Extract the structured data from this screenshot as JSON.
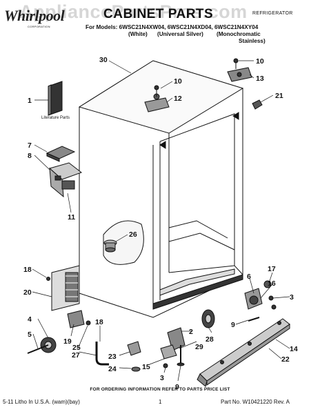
{
  "header": {
    "watermark": "AppliancePartsPros.com",
    "brand_logo": "Whirlpool",
    "brand_sub": "CORPORATION",
    "title": "CABINET PARTS",
    "category": "REFRIGERATOR",
    "models_line": "For Models: 6WSC21N4XW04, 6WSC21N4XD04, 6WSC21N4XY04",
    "variant_white": "(White)",
    "variant_silver": "(Universal Silver)",
    "variant_mono_1": "(Monochromatic",
    "variant_mono_2": "Stainless)"
  },
  "diagram": {
    "literature_label": "Literature Parts",
    "callouts": {
      "c1": "1",
      "c2": "2",
      "c3a": "3",
      "c3b": "3",
      "c4": "4",
      "c5": "5",
      "c6": "6",
      "c7": "7",
      "c8": "8",
      "c9a": "9",
      "c9b": "9",
      "c10a": "10",
      "c10b": "10",
      "c11": "11",
      "c12": "12",
      "c13": "13",
      "c14": "14",
      "c15": "15",
      "c16": "16",
      "c17": "17",
      "c18a": "18",
      "c18b": "18",
      "c19": "19",
      "c20": "20",
      "c21": "21",
      "c22": "22",
      "c23": "23",
      "c24": "24",
      "c25": "25",
      "c26": "26",
      "c27": "27",
      "c28": "28",
      "c29": "29",
      "c30": "30"
    }
  },
  "footer": {
    "ordering_note": "FOR ORDERING INFORMATION REFER TO PARTS PRICE LIST",
    "litho": "5-11 Litho In U.S.A. (wam)(bay)",
    "page_number": "1",
    "part_number": "Part No. W10421220 Rev. A"
  }
}
